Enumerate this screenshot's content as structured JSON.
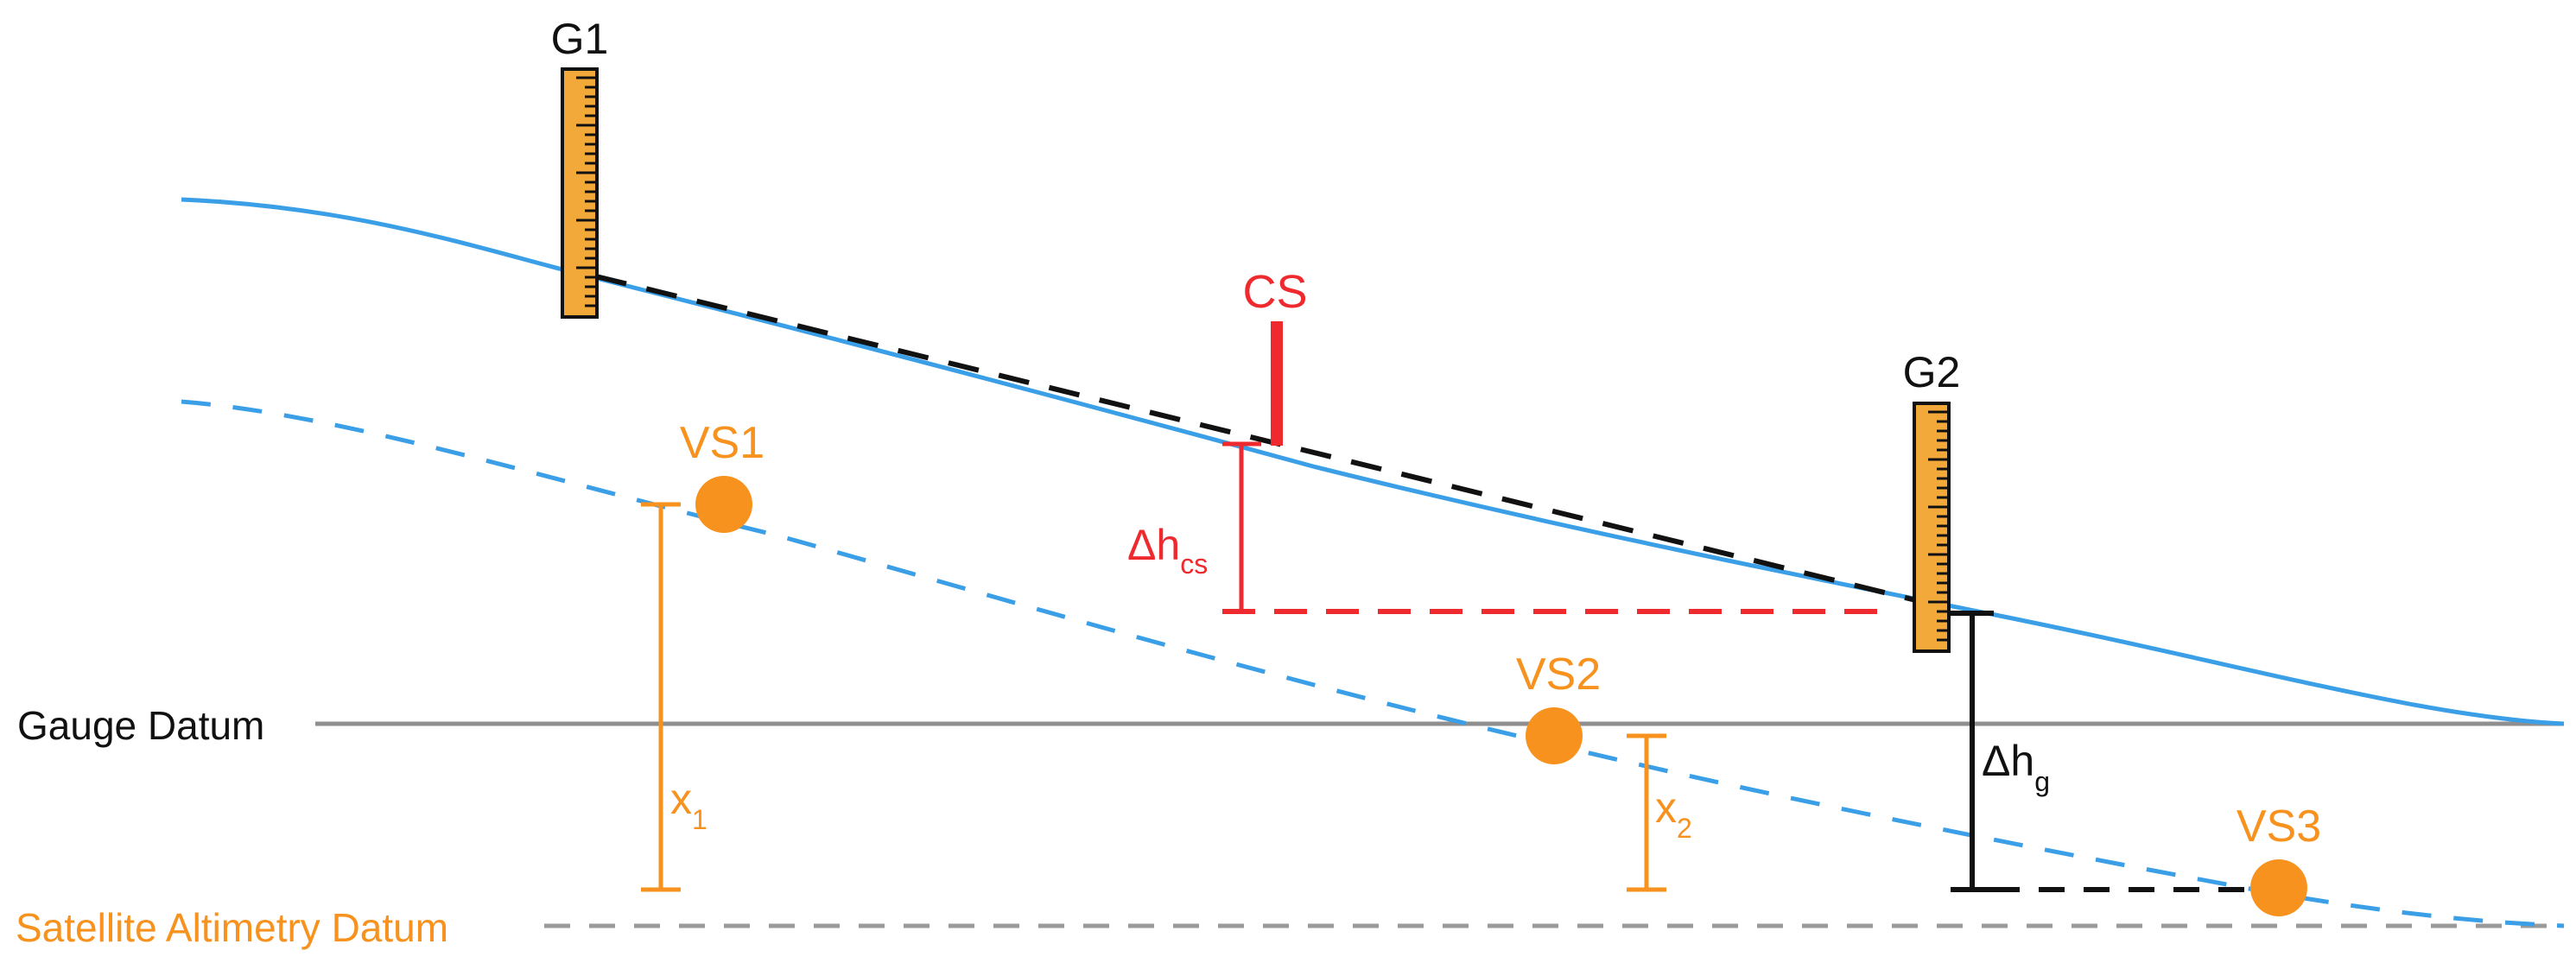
{
  "labels": {
    "gauge1": "G1",
    "gauge2": "G2",
    "cross_section": "CS",
    "vs1": "VS1",
    "vs2": "VS2",
    "vs3": "VS3",
    "delta_h": "Δh",
    "cs_sub": "cs",
    "g_sub": "g",
    "x": "x",
    "x1_sub": "1",
    "x2_sub": "2",
    "gauge_datum": "Gauge Datum",
    "satellite_datum": "Satellite Altimetry Datum"
  },
  "colors": {
    "water_surface": "#3a9fe6",
    "gauge_fill": "#f3a93a",
    "cross_section": "#ef2a2f",
    "virtual_station": "#f7921e",
    "gauge_datum_line": "#8f8f8f",
    "slope_line": "#111111"
  }
}
